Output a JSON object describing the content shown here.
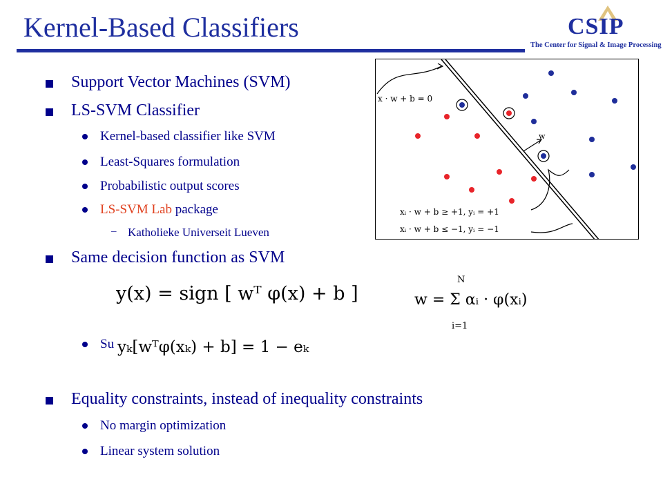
{
  "slide": {
    "title": "Kernel-Based Classifiers",
    "logo_text": "CSIP",
    "logo_subtitle": "The Center for Signal & Image Processing"
  },
  "bullets": {
    "svm": "Support Vector Machines (SVM)",
    "lssvm": "LS-SVM Classifier",
    "kernel_based": "Kernel-based classifier like SVM",
    "least_squares": "Least-Squares formulation",
    "probabilistic": "Probabilistic output scores",
    "package_link": "LS-SVM Lab",
    "package_rest": " package",
    "katholieke": "Katholieke Universeit Lueven",
    "same_decision": "Same decision function as SVM",
    "su_fragment": "Su",
    "equality": "Equality constraints, instead of inequality constraints",
    "no_margin": "No margin optimization",
    "linear_system": "Linear system solution"
  },
  "equations": {
    "decision": "y(x) = sign [ wᵀ φ(x) + b ]",
    "weights": "w = Σ αᵢ · φ(xᵢ)",
    "sum_upper": "N",
    "sum_lower": "i=1",
    "constraint": "yₖ[wᵀφ(xₖ) + b] = 1 − eₖ"
  },
  "figure": {
    "hyperplane_label": "x · w + b = 0",
    "w_label": "w",
    "pos_margin_label": "xᵢ · w + b ≥ +1,   yᵢ = +1",
    "neg_margin_label": "xᵢ · w + b ≤ −1,   yᵢ = −1",
    "colors": {
      "red_class": "#e8242a",
      "blue_class": "#1f2e9a"
    }
  }
}
